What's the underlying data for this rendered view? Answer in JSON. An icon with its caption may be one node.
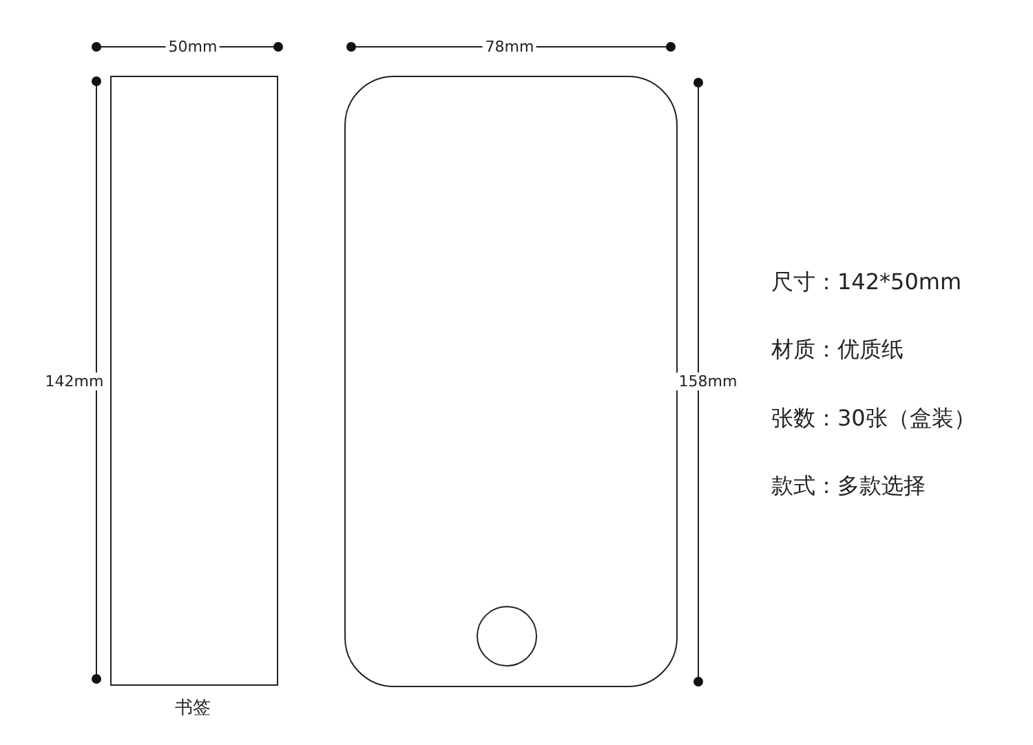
{
  "diagram": {
    "nodes": [
      {
        "text": [],
        "shape": "box",
        "beside": [
          "书签"
        ]
      },
      {
        "text": [],
        "shape": "box"
      }
    ],
    "labels": [
      "50mm",
      "78mm",
      "142mm",
      "158mm",
      "尺寸：142*50mm",
      "材质：优质纸",
      "张数：30张（盒装）",
      "款式：多款选择"
    ]
  }
}
